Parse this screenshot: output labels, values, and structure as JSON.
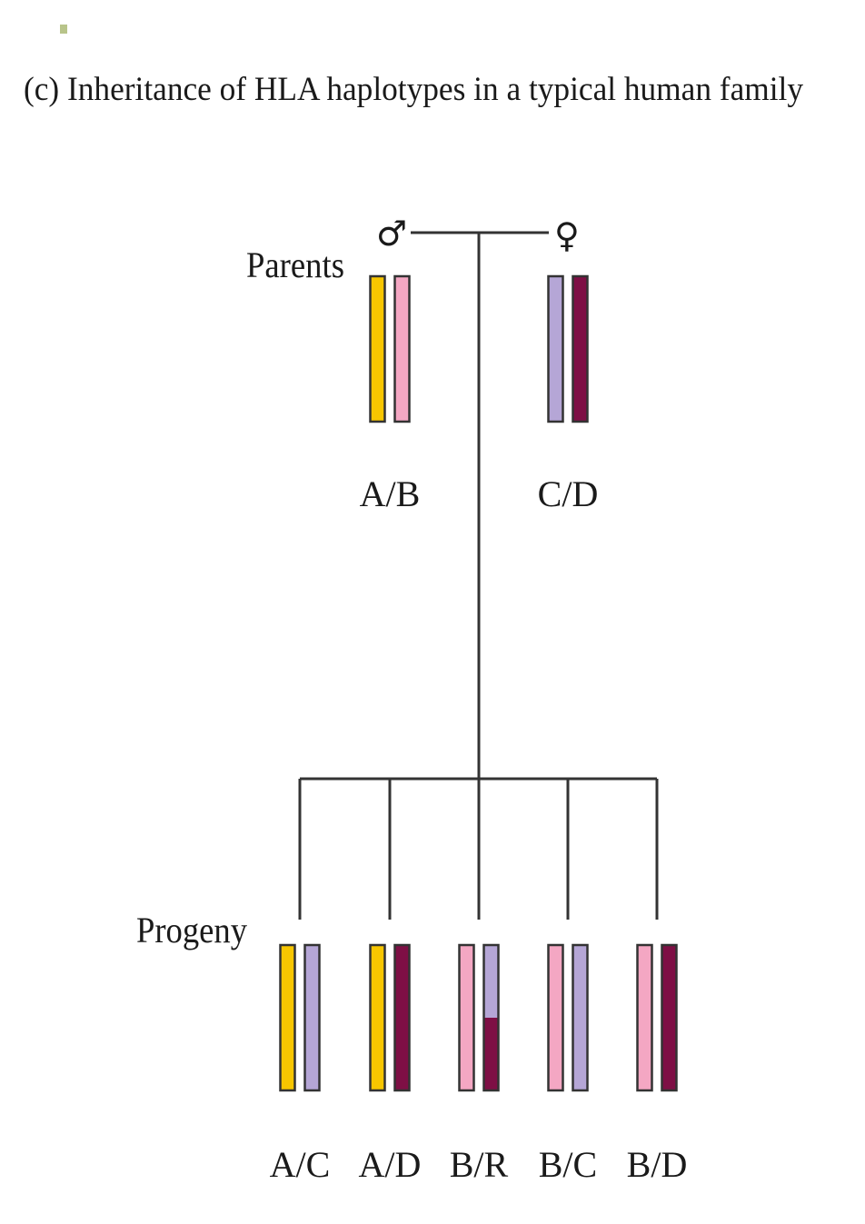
{
  "title": "(c) Inheritance of HLA haplotypes in a typical human family",
  "sections": {
    "parents_label": "Parents",
    "progeny_label": "Progeny"
  },
  "symbols": {
    "male": "♂",
    "female": "♀"
  },
  "colors": {
    "A": "#f7c600",
    "B": "#f4a7c3",
    "C": "#b5a6d6",
    "D": "#7e0f45",
    "line": "#333333",
    "corner_mark": "#b8c48a"
  },
  "parents": [
    {
      "label": "A/B",
      "haplotypes": [
        "A",
        "B"
      ]
    },
    {
      "label": "C/D",
      "haplotypes": [
        "C",
        "D"
      ]
    }
  ],
  "progeny": [
    {
      "label": "A/C",
      "haplotypes": [
        "A",
        "C"
      ]
    },
    {
      "label": "A/D",
      "haplotypes": [
        "A",
        "D"
      ]
    },
    {
      "label": "B/R",
      "haplotypes": [
        "B",
        "C/D"
      ],
      "recombinant_top_fraction": 0.5
    },
    {
      "label": "B/C",
      "haplotypes": [
        "B",
        "C"
      ]
    },
    {
      "label": "B/D",
      "haplotypes": [
        "B",
        "D"
      ]
    }
  ]
}
